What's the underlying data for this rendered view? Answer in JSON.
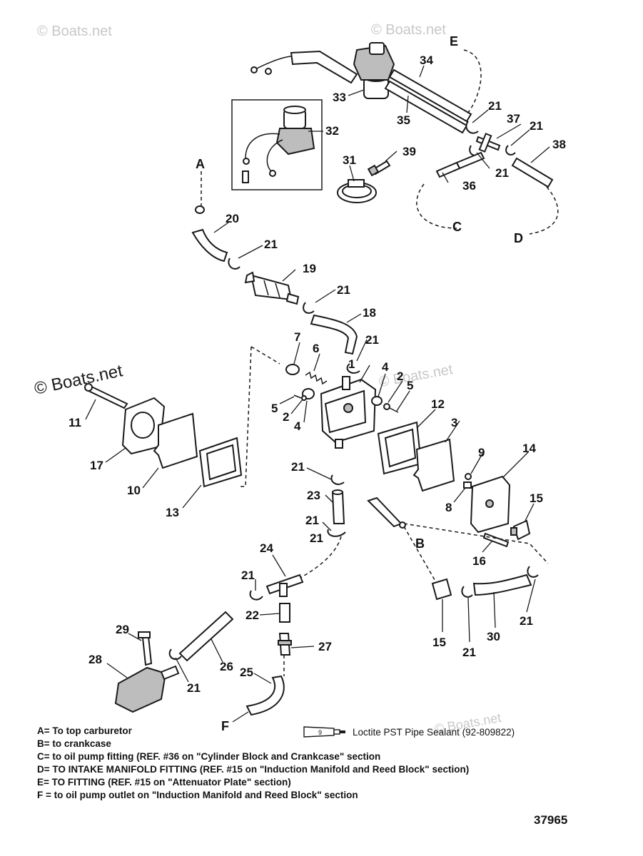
{
  "watermarks": [
    "© Boats.net",
    "© Boats.net",
    "© Boats.net",
    "© Boats.net",
    "© Boats.net"
  ],
  "callouts": [
    "1",
    "2",
    "2",
    "3",
    "4",
    "4",
    "5",
    "5",
    "6",
    "7",
    "8",
    "9",
    "10",
    "11",
    "12",
    "13",
    "14",
    "15",
    "15",
    "16",
    "17",
    "18",
    "19",
    "20",
    "21",
    "21",
    "21",
    "21",
    "21",
    "21",
    "21",
    "21",
    "21",
    "21",
    "21",
    "21",
    "21",
    "22",
    "23",
    "24",
    "25",
    "26",
    "27",
    "28",
    "29",
    "30",
    "31",
    "32",
    "33",
    "34",
    "35",
    "36",
    "37",
    "38",
    "39"
  ],
  "letters": [
    "A",
    "B",
    "C",
    "D",
    "E",
    "F"
  ],
  "legend": [
    "A= To top carburetor",
    "B= to crankcase",
    "C= to oil pump fitting (REF. #36 on \"Cylinder Block and Crankcase\" section",
    "D= TO INTAKE MANIFOLD FITTING (REF. #15 on \"Induction Manifold and Reed Block\" section)",
    "E= TO FITTING (REF. #15 on \"Attenuator Plate\" section)",
    "F = to oil pump outlet on \"Induction Manifold and Reed Block\" section"
  ],
  "sealant": {
    "tube_label": "9",
    "text": "Loctite PST Pipe Sealant (92-809822)"
  },
  "figure_number": "37965"
}
